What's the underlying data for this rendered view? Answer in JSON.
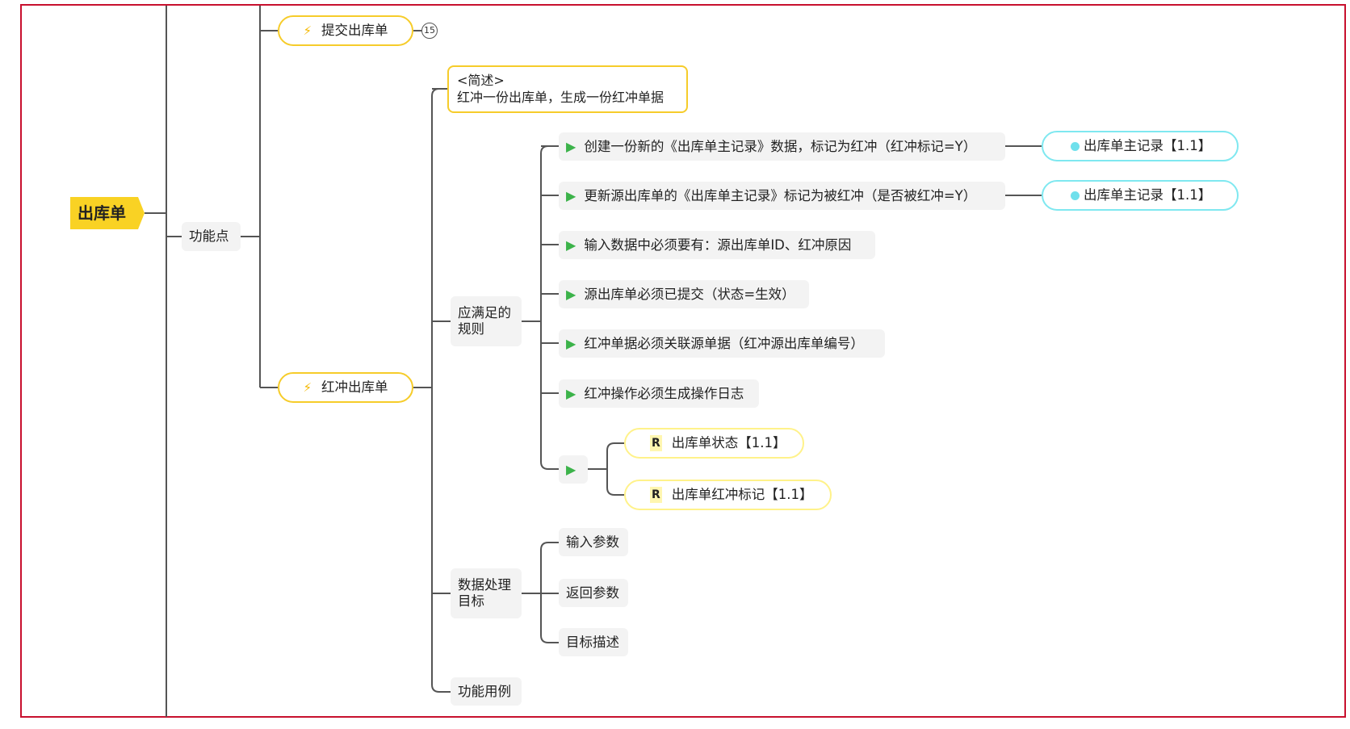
{
  "root": {
    "label": "出库单"
  },
  "functions_node": {
    "label": "功能点"
  },
  "features": [
    {
      "label": "提交出库单",
      "badge": "15"
    },
    {
      "label": "红冲出库单"
    }
  ],
  "description": {
    "title": "<简述>",
    "text": "红冲一份出库单，生成一份红冲单据"
  },
  "rules_group": {
    "label_line1": "应满足的",
    "label_line2": "规则"
  },
  "rules": [
    {
      "text": "创建一份新的《出库单主记录》数据，标记为红冲（红冲标记=Y）",
      "link": "出库单主记录【1.1】"
    },
    {
      "text": "更新源出库单的《出库单主记录》标记为被红冲（是否被红冲=Y）",
      "link": "出库单主记录【1.1】"
    },
    {
      "text": "输入数据中必须要有：源出库单ID、红冲原因"
    },
    {
      "text": "源出库单必须已提交（状态=生效）"
    },
    {
      "text": "红冲单据必须关联源单据（红冲源出库单编号）"
    },
    {
      "text": "红冲操作必须生成操作日志"
    },
    {
      "text": ""
    }
  ],
  "rule_refs": [
    {
      "badge": "R",
      "text": "出库单状态【1.1】"
    },
    {
      "badge": "R",
      "text": "出库单红冲标记【1.1】"
    }
  ],
  "data_goal": {
    "label_line1": "数据处理",
    "label_line2": "目标"
  },
  "data_items": [
    "输入参数",
    "返回参数",
    "目标描述"
  ],
  "use_case": {
    "label": "功能用例"
  },
  "colors": {
    "frame": "#c8102e",
    "root_fill": "#f9d224",
    "feature_border": "#f6cc2a",
    "link_border": "#7fe8f0",
    "rule_arrow": "#3cb34a",
    "line": "#555555"
  }
}
